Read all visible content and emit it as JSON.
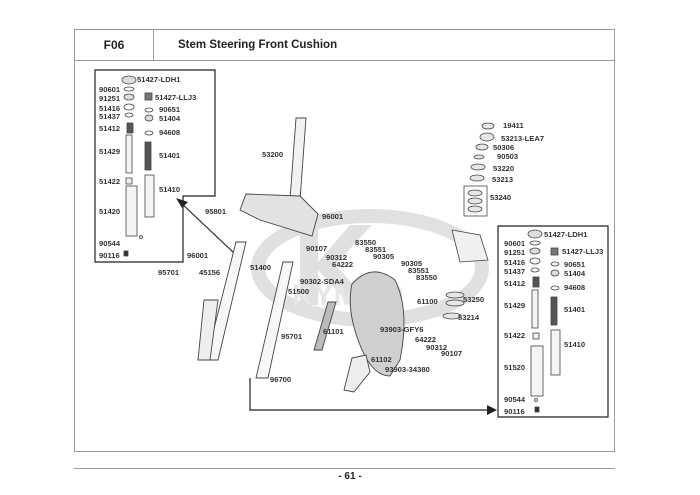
{
  "header": {
    "section_code": "F06",
    "title": "Stem Steering  Front Cushion"
  },
  "footer": {
    "page_number": "- 61 -"
  },
  "watermark": {
    "brand": "KYMCO"
  },
  "left_inset": {
    "labels": {
      "p51427_ldh1": "51427-LDH1",
      "p90601": "90601",
      "p91251": "91251",
      "p51427_llj3": "51427-LLJ3",
      "p51416": "51416",
      "p90651": "90651",
      "p51437": "51437",
      "p51404": "51404",
      "p51412": "51412",
      "p94608": "94608",
      "p51429": "51429",
      "p51401": "51401",
      "p51422": "51422",
      "p51410": "51410",
      "p51420": "51420",
      "p90544": "90544",
      "p90116": "90116"
    }
  },
  "right_inset": {
    "labels": {
      "p51427_ldh1": "51427-LDH1",
      "p90601": "90601",
      "p91251": "91251",
      "p51427_llj3": "51427-LLJ3",
      "p51416": "51416",
      "p90651": "90651",
      "p51437": "51437",
      "p51404": "51404",
      "p51412": "51412",
      "p94608": "94608",
      "p51429": "51429",
      "p51401": "51401",
      "p51422": "51422",
      "p51410": "51410",
      "p51520": "51520",
      "p90544": "90544",
      "p90116": "90116"
    }
  },
  "main_labels": {
    "p53200": "53200",
    "p95801": "95801",
    "p96001_top": "96001",
    "p96001_left": "96001",
    "p95701_left": "95701",
    "p45156": "45156",
    "p51400": "51400",
    "p51500": "51500",
    "p95701_mid": "95701",
    "p96700": "96700",
    "p90107_a": "90107",
    "p90312_a": "90312",
    "p64222_a": "64222",
    "p83550_a": "83550",
    "p83551_a": "83551",
    "p90305_a": "90305",
    "p90302_sda4": "90302-SDA4",
    "p90305_b": "90305",
    "p83551_b": "83551",
    "p83550_b": "83550",
    "p61100": "61100",
    "p61101": "61101",
    "p61102": "61102",
    "p93903_gfy6": "93903-GFY6",
    "p64222_b": "64222",
    "p90312_b": "90312",
    "p90107_b": "90107",
    "p93903_34380": "93903-34380",
    "p19411": "19411",
    "p53213_lea7": "53213-LEA7",
    "p50306": "50306",
    "p90503": "90503",
    "p53220": "53220",
    "p53213": "53213",
    "p53240": "53240",
    "p53250": "53250",
    "p53214": "53214"
  }
}
